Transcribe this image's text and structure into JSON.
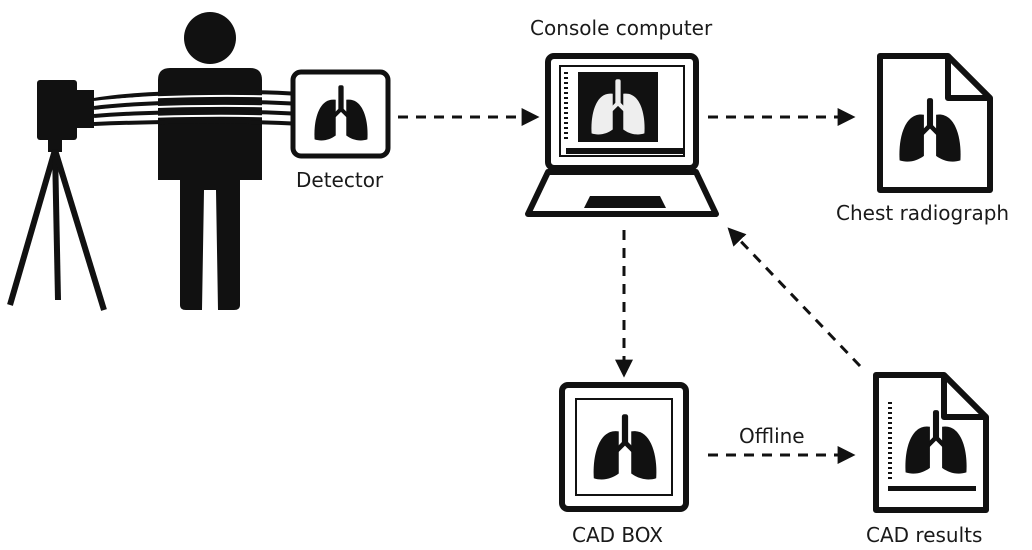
{
  "labels": {
    "detector": "Detector",
    "console_computer": "Console computer",
    "chest_radiograph": "Chest radiograph",
    "offline": "Offline",
    "cad_box": "CAD BOX",
    "cad_results": "CAD results"
  },
  "colors": {
    "ink": "#111111",
    "background": "#ffffff"
  },
  "icons": [
    "camera-tripod-icon",
    "person-icon",
    "detector-panel-icon",
    "laptop-icon",
    "document-lungs-icon",
    "cad-box-icon",
    "cad-results-document-icon"
  ]
}
